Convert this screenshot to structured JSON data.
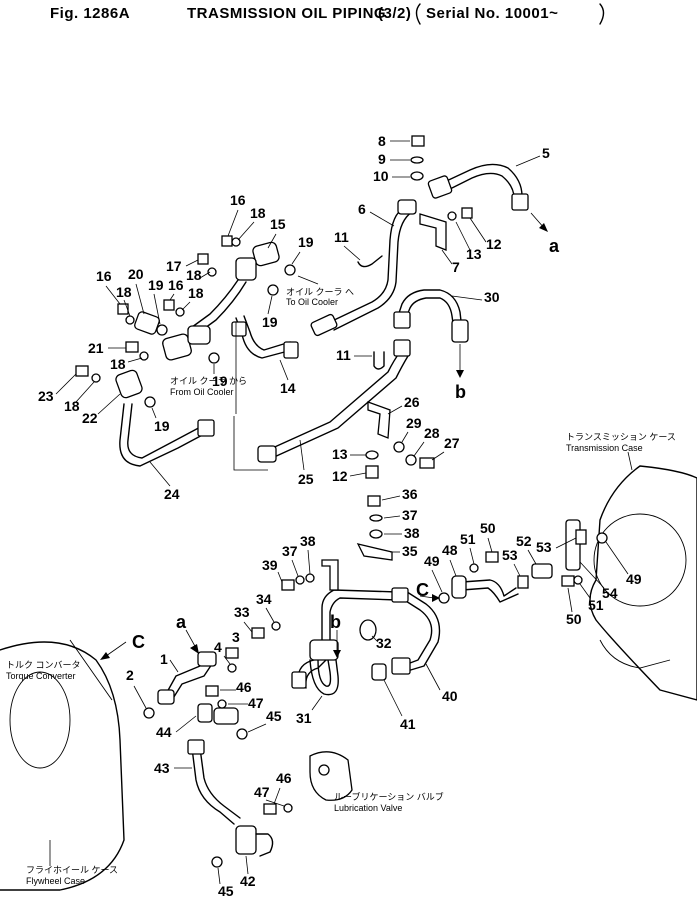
{
  "header": {
    "fig": "Fig. 1286A",
    "title": "TRASMISSION OIL PIPING",
    "fraction": "(3/2)",
    "serial": "Serial No. 10001~"
  },
  "captions": {
    "to_cooler_jp": "オイル クーラ へ",
    "to_cooler_en": "To Oil Cooler",
    "from_cooler_jp": "オイル クーラ から",
    "from_cooler_en": "From Oil Cooler",
    "transmission_jp": "トランスミッション ケース",
    "transmission_en": "Transmission Case",
    "torque_jp": "トルク コンバータ",
    "torque_en": "Torque Converter",
    "lube_jp": "ルーブリケーション バルブ",
    "lube_en": "Lubrication Valve",
    "flywheel_jp": "フライホイール ケース",
    "flywheel_en": "Flywheel Case"
  },
  "markers": {
    "a": "a",
    "b": "b",
    "c": "C"
  },
  "part_numbers": [
    "1",
    "2",
    "3",
    "4",
    "5",
    "6",
    "7",
    "8",
    "9",
    "10",
    "11",
    "12",
    "13",
    "14",
    "15",
    "16",
    "17",
    "18",
    "19",
    "20",
    "21",
    "22",
    "23",
    "24",
    "25",
    "26",
    "27",
    "28",
    "29",
    "30",
    "31",
    "32",
    "33",
    "34",
    "35",
    "36",
    "37",
    "38",
    "39",
    "40",
    "41",
    "42",
    "43",
    "44",
    "45",
    "46",
    "47",
    "48",
    "49",
    "50",
    "51",
    "52",
    "53",
    "54"
  ]
}
